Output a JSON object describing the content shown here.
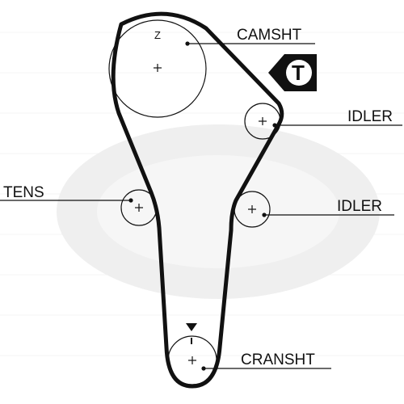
{
  "labels": {
    "camshaft": "CAMSHT",
    "idler_upper": "IDLER",
    "tensioner": "TENS",
    "idler_lower": "IDLER",
    "crankshaft": "CRANSHT",
    "camshaft_mark": "Z",
    "tension_badge": "T"
  },
  "colors": {
    "ink": "#111111",
    "watermark": "#ececec",
    "background": "#ffffff"
  },
  "icons": {
    "tension_badge": "t-arrow-badge-icon",
    "timing_mark": "down-triangle-icon"
  }
}
